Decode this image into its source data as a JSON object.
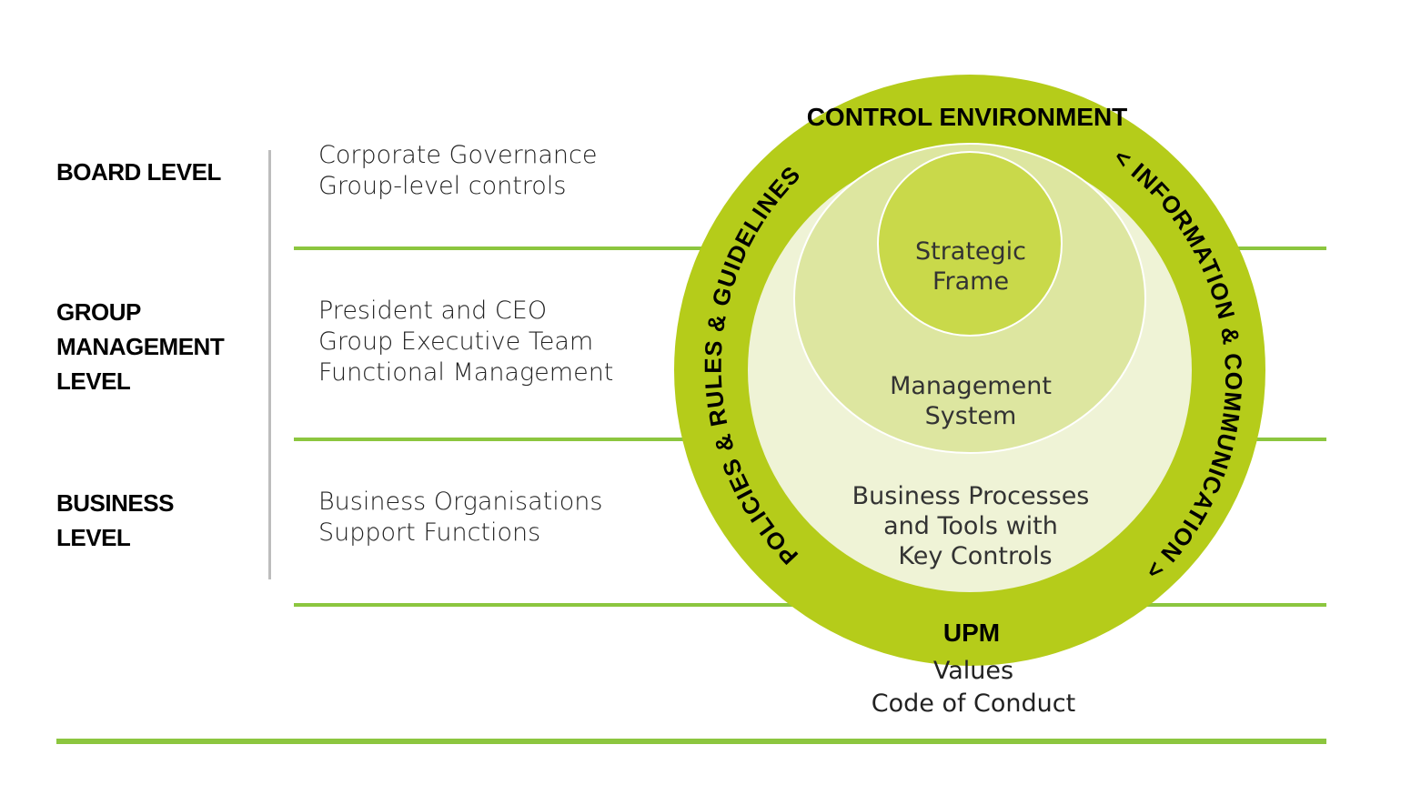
{
  "levels": [
    {
      "lines": [
        "BOARD LEVEL"
      ],
      "desc": [
        "Corporate Governance",
        "Group-level controls"
      ]
    },
    {
      "lines": [
        "GROUP",
        "MANAGEMENT",
        "LEVEL"
      ],
      "desc": [
        "President and CEO",
        "Group Executive Team",
        "Functional Management"
      ]
    },
    {
      "lines": [
        "BUSINESS",
        "LEVEL"
      ],
      "desc": [
        "Business Organisations",
        "Support Functions"
      ]
    }
  ],
  "circle": {
    "title": "CONTROL ENVIRONMENT",
    "left_arc": "< POLICIES & RULES & GUIDELINES >",
    "right_arc": "< INFORMATION & COMMUNICATION >",
    "strategic": [
      "Strategic",
      "Frame"
    ],
    "management": [
      "Management",
      "System"
    ],
    "business": [
      "Business Processes",
      "and Tools with",
      "Key Controls"
    ],
    "upm": "UPM"
  },
  "values": [
    "Values",
    "Code of Conduct"
  ],
  "colors": {
    "outer_ring": "#b5cc1a",
    "strategic": "#c9d94a",
    "management": "#dde6a0",
    "business": "#eff3d6",
    "lines": "#8cc63f",
    "divider": "#bdbdbd"
  }
}
